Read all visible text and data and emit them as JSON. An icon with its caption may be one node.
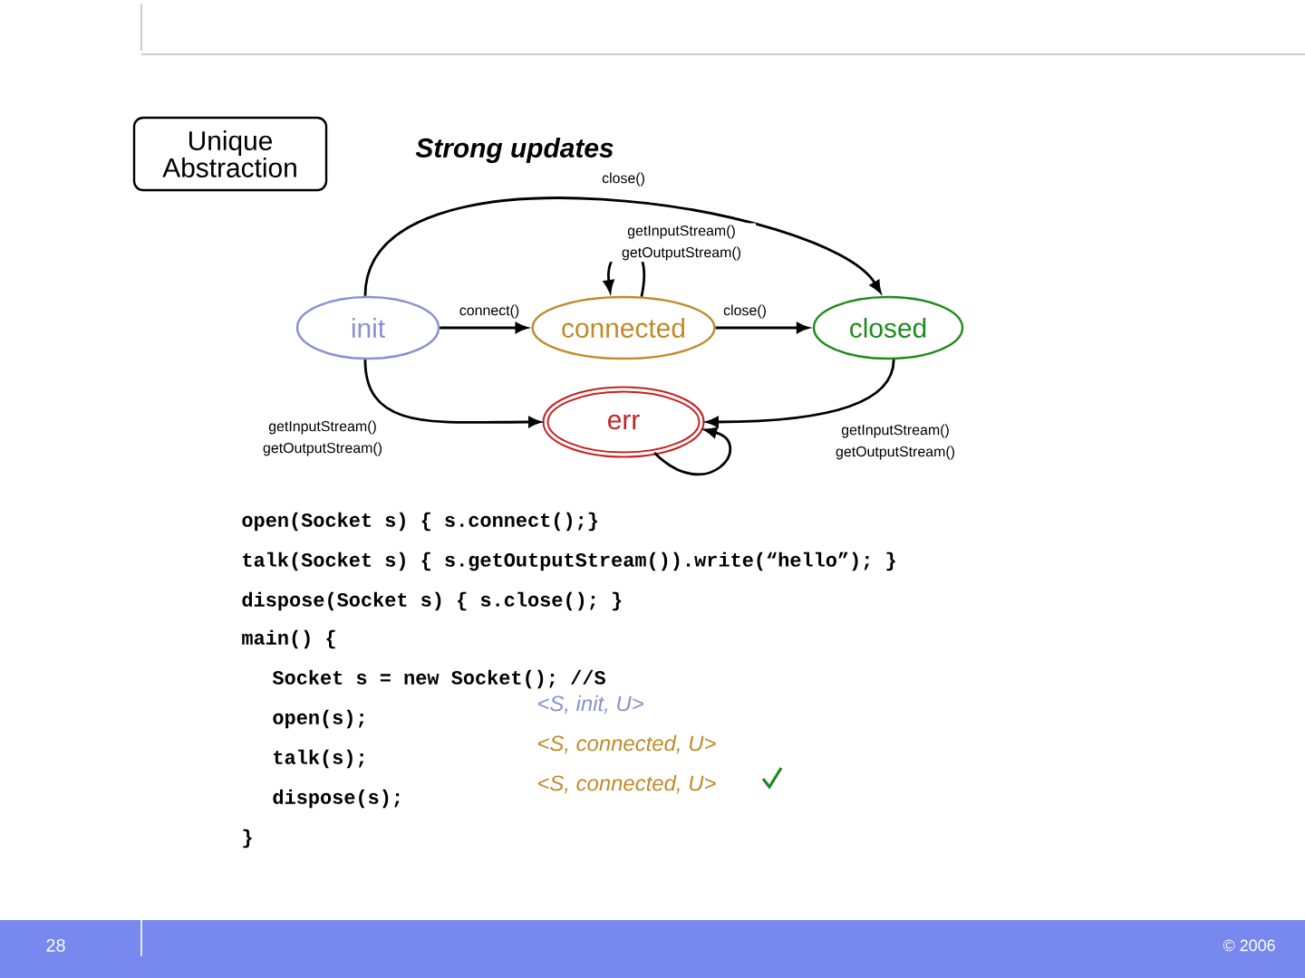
{
  "diagram": {
    "nodes": [
      {
        "text": [
          "Unique Abstraction"
        ]
      },
      {
        "text": [
          "init"
        ]
      },
      {
        "text": [
          "connected"
        ]
      },
      {
        "text": [
          "closed"
        ]
      },
      {
        "text": [
          "err"
        ]
      }
    ],
    "edges": [
      {
        "from": 1,
        "to": 3,
        "arrow": "to",
        "label": "close()"
      },
      {
        "from": 1,
        "to": 2,
        "arrow": "to",
        "label": "connect()"
      },
      {
        "from": 2,
        "to": 2,
        "arrow": "to",
        "label": "getInputStream() getOutputStream()"
      },
      {
        "from": 2,
        "to": 3,
        "arrow": "to",
        "label": "close()"
      },
      {
        "from": 1,
        "to": 4,
        "arrow": "to",
        "label": "getInputStream() getOutputStream()"
      },
      {
        "from": 3,
        "to": 4,
        "arrow": "to",
        "label": "getInputStream() getOutputStream()"
      },
      {
        "from": 4,
        "to": 4,
        "arrow": "to"
      }
    ],
    "labels": [
      "Strong updates",
      "open(Socket s) { s.connect();}",
      "talk(Socket s) { s.getOutputStream()).write(“hello”); }",
      "dispose(Socket s) { s.close(); }",
      "main() {",
      "Socket s = new Socket(); //S",
      "<S, init, U>",
      "open(s);",
      "<S, connected, U>",
      "talk(s);",
      "<S, connected, U>",
      "dispose(s);",
      "}",
      "28",
      "© 2006"
    ]
  }
}
